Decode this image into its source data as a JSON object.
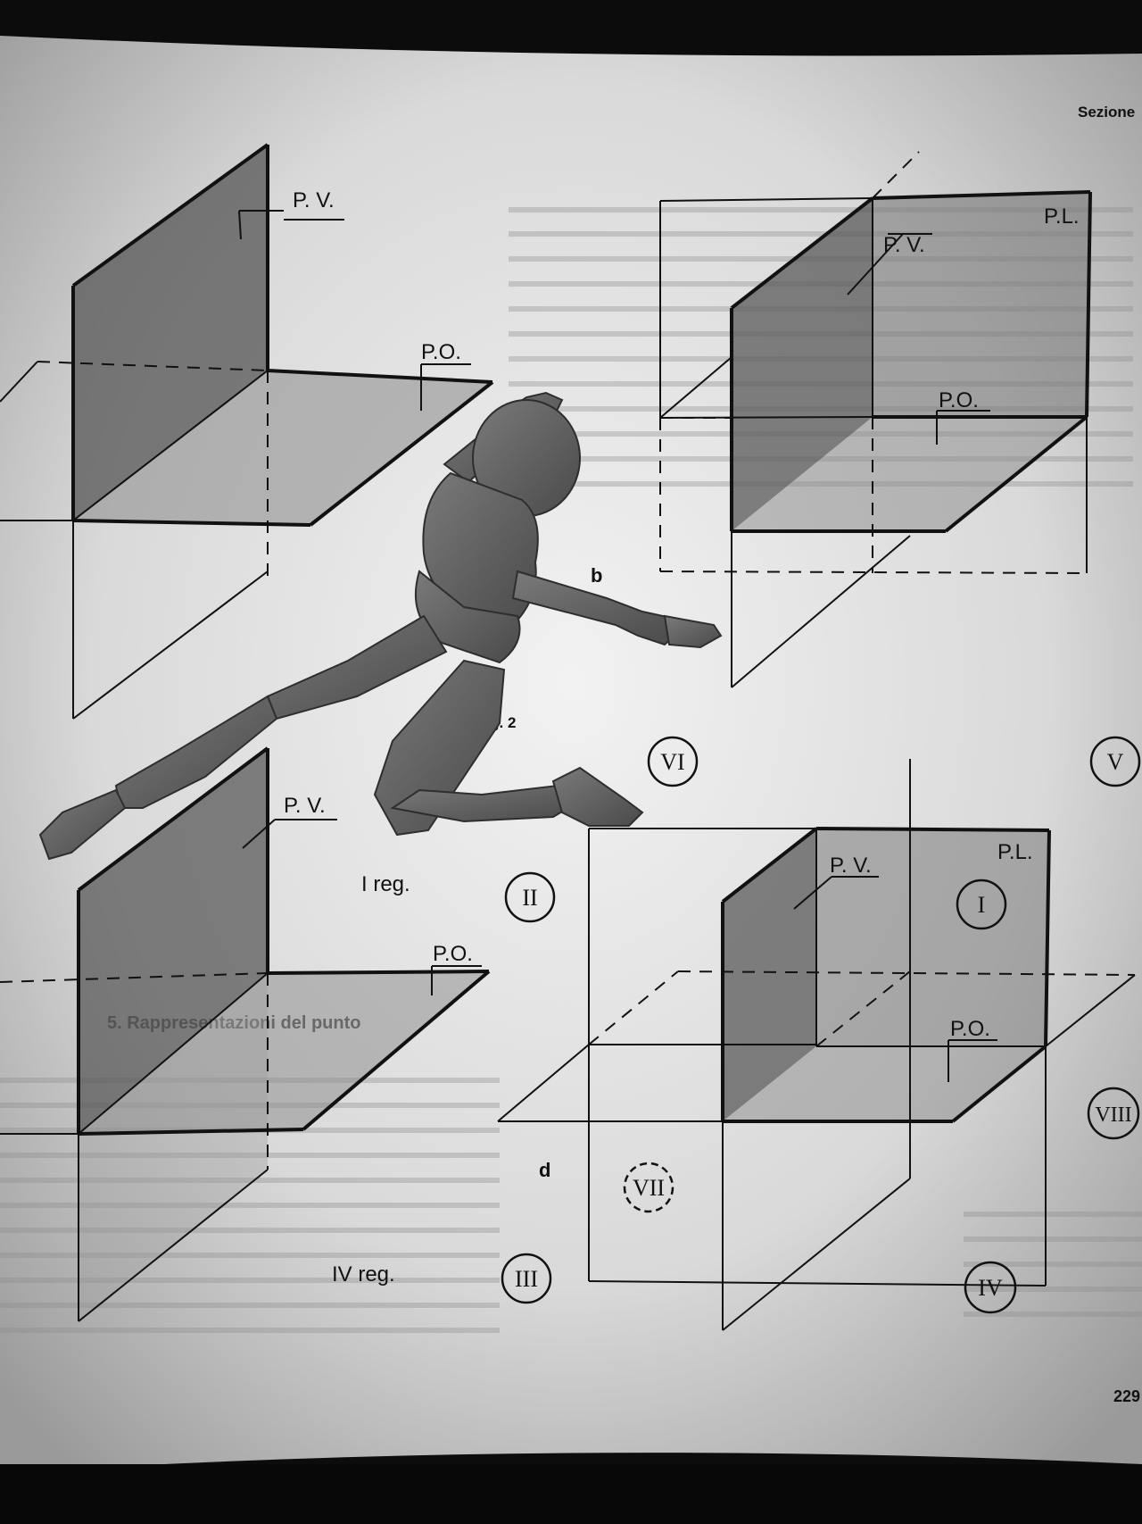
{
  "page": {
    "header": "Sezione",
    "page_number": "229"
  },
  "fig2": {
    "caption": "Fig. 2",
    "regions": [
      "I reg.",
      "IV reg."
    ],
    "numerals": [
      "I",
      "II",
      "III",
      "IV",
      "V",
      "VI",
      "VII",
      "VIII"
    ],
    "letters": [
      "b",
      "d"
    ]
  },
  "planes": {
    "vertical": "P. V.",
    "horizontal": "P.O.",
    "lateral": "P.L."
  },
  "section_heading": "5. Rappresentazioni del punto",
  "colors": {
    "paper": "#e4e4e4",
    "plane_fill": "#555555",
    "ink": "#111111"
  }
}
